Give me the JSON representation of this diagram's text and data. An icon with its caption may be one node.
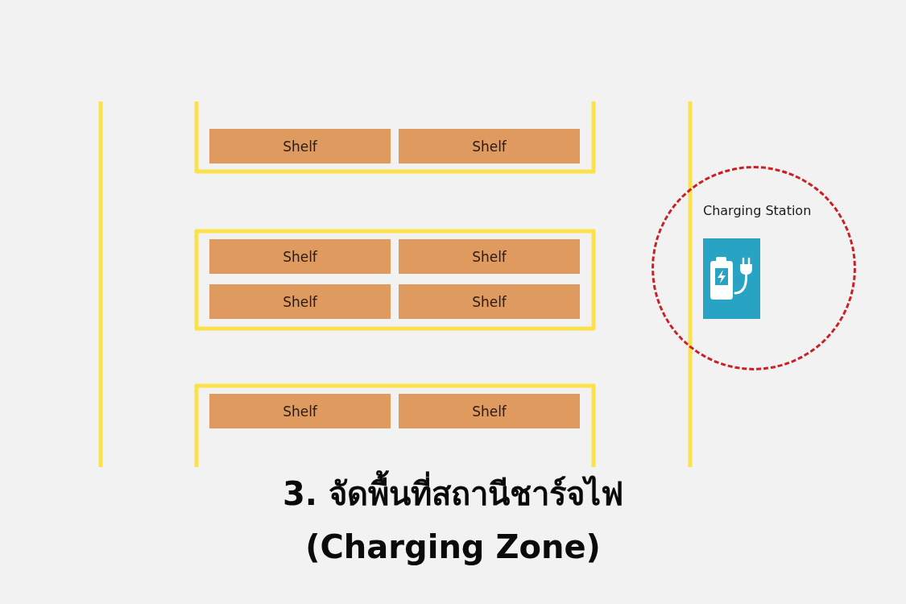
{
  "diagram": {
    "title": "3. จัดพื้นที่สถานีชาร์จไฟ (Charging Zone)",
    "nodes": [
      {
        "text": [
          "Shelf"
        ]
      },
      {
        "text": [
          "Shelf"
        ]
      },
      {
        "text": [
          "Shelf"
        ]
      },
      {
        "text": [
          "Shelf"
        ]
      },
      {
        "text": [
          "Shelf"
        ]
      },
      {
        "text": [
          "Shelf"
        ]
      },
      {
        "text": [
          "Shelf"
        ]
      },
      {
        "text": [
          "Shelf"
        ]
      },
      {
        "text": [
          "Charging Station"
        ]
      }
    ]
  }
}
